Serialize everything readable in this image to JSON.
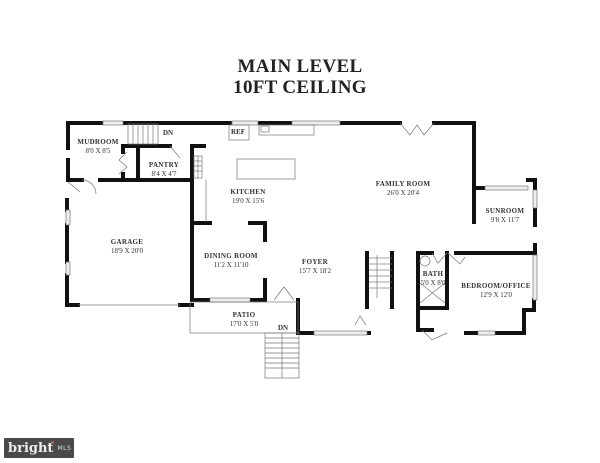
{
  "header": {
    "line1": "MAIN LEVEL",
    "line2": "10FT CEILING"
  },
  "rooms": [
    {
      "name": "MUDROOM",
      "dims": "8'0 X 8'5"
    },
    {
      "name": "PANTRY",
      "dims": "8'4 X 4'7"
    },
    {
      "name": "KITCHEN",
      "dims": "19'0 X 15'6"
    },
    {
      "name": "FAMILY ROOM",
      "dims": "26'0 X 20'4"
    },
    {
      "name": "SUNROOM",
      "dims": "9'8 X 11'7"
    },
    {
      "name": "GARAGE",
      "dims": "18'9 X 20'0"
    },
    {
      "name": "DINING ROOM",
      "dims": "11'2 X 11'10"
    },
    {
      "name": "FOYER",
      "dims": "15'7 X 18'2"
    },
    {
      "name": "BATH",
      "dims": "5'0 X 8'0"
    },
    {
      "name": "BEDROOM/OFFICE",
      "dims": "12'9 X 12'0"
    },
    {
      "name": "PATIO",
      "dims": "17'0 X 5'0"
    }
  ],
  "labels": {
    "ref": "REF",
    "dn_top": "DN",
    "dn_patio": "DN"
  },
  "watermark": {
    "brand": "bright",
    "suffix": "MLS",
    "accent_color": "#e05a2a"
  }
}
